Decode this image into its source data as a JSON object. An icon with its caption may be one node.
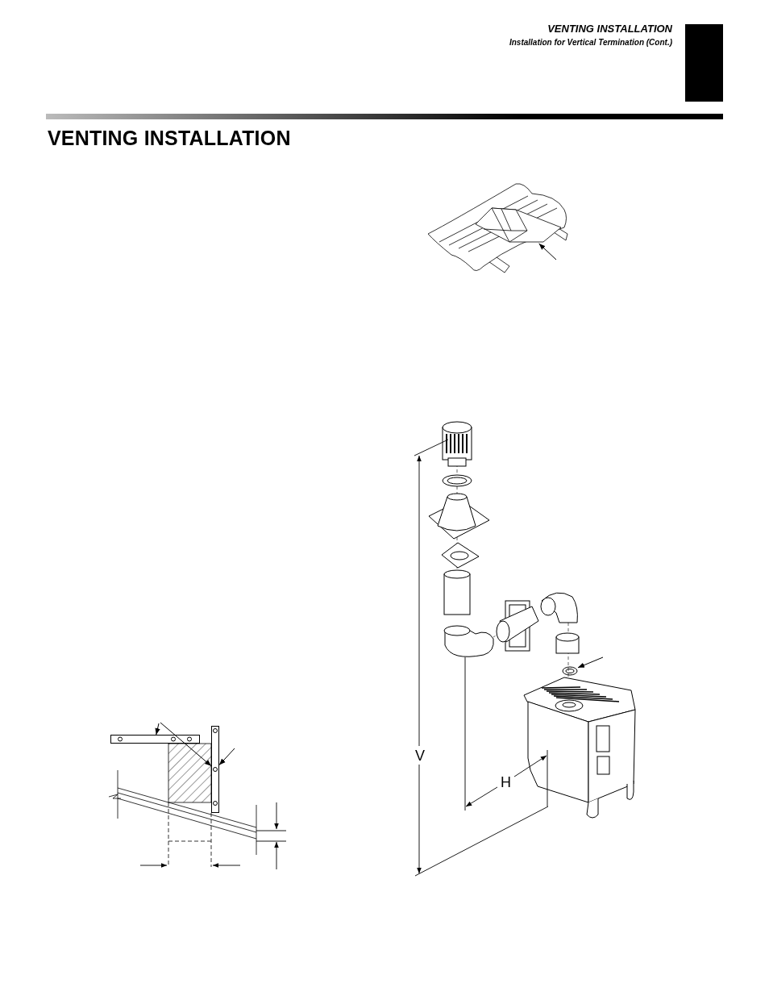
{
  "diagram": {
    "title": "VENTING INSTALLATION",
    "nodes": [
      {
        "text": [],
        "shape": "picture"
      },
      {
        "text": [],
        "shape": "circle"
      },
      {
        "text": [],
        "shape": "bar"
      },
      {
        "text": [],
        "shape": "bar"
      }
    ],
    "edges": [
      {
        "from": null,
        "to": 0,
        "arrow": "to"
      },
      {
        "from": null,
        "to": 1,
        "arrow": "to"
      },
      {
        "from": null,
        "to": 2,
        "arrow": "to"
      },
      {
        "from": null,
        "to": 3,
        "arrow": "to"
      },
      {
        "from": null,
        "to": 3,
        "arrow": "to"
      }
    ],
    "labels": [
      "VENTING INSTALLATION",
      "Installation for Vertical Termination (Cont.)",
      "V",
      "H"
    ]
  }
}
